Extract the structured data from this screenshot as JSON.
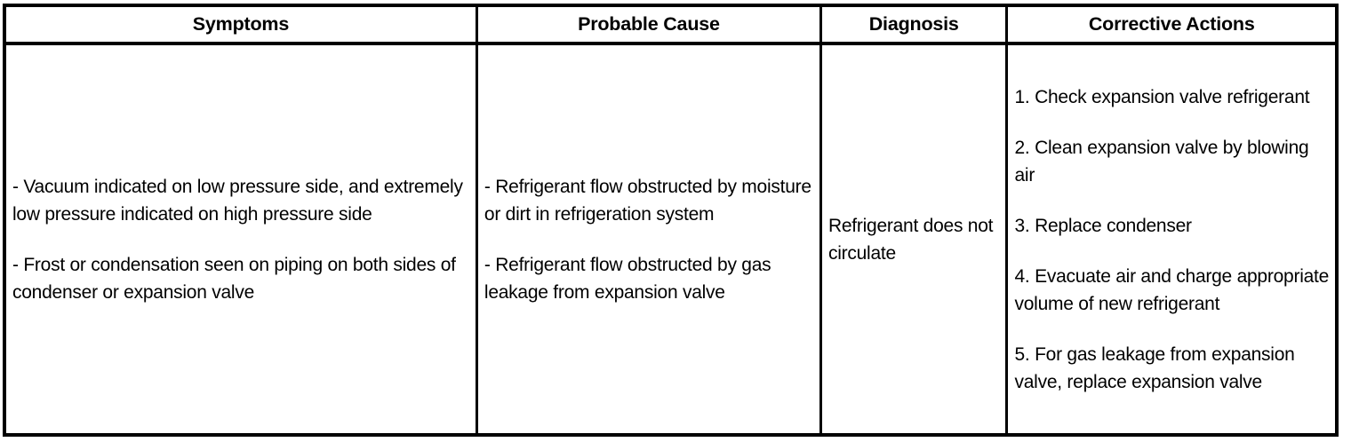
{
  "table": {
    "columns": [
      {
        "key": "symptoms",
        "header": "Symptoms"
      },
      {
        "key": "probable_cause",
        "header": "Probable Cause"
      },
      {
        "key": "diagnosis",
        "header": "Diagnosis"
      },
      {
        "key": "corrective_actions",
        "header": "Corrective Actions"
      }
    ],
    "rows": [
      {
        "symptoms": [
          "- Vacuum indicated on low pressure side, and extremely low pressure indicated on high pressure side",
          "- Frost or condensation seen on piping on both sides of condenser or expansion valve"
        ],
        "probable_cause": [
          "- Refrigerant flow obstructed by moisture or dirt in refrigeration system",
          "- Refrigerant flow obstructed by gas leakage from expansion valve"
        ],
        "diagnosis": [
          "Refrigerant does not circulate"
        ],
        "corrective_actions": [
          "1. Check expansion valve refrigerant",
          "2. Clean expansion valve by blowing air",
          "3. Replace condenser",
          "4. Evacuate air and charge appropriate volume of new refrigerant",
          "5. For gas leakage from expansion valve, replace expansion valve"
        ]
      }
    ]
  },
  "colors": {
    "border": "#000000",
    "text": "#000000",
    "background": "#ffffff"
  }
}
